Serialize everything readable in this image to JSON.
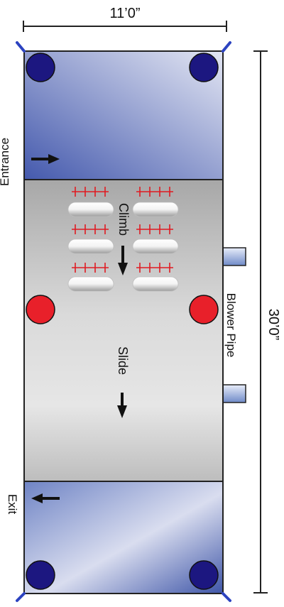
{
  "dimensions": {
    "width": "11’0”",
    "length": "30’0”"
  },
  "labels": {
    "entrance": "Entrance",
    "exit": "Exit",
    "climb": "Climb",
    "slide": "Slide",
    "blower_pipe": "Blower Pipe"
  },
  "icons": {
    "entrance_arrow": "arrow-right-icon",
    "exit_arrow": "arrow-left-icon",
    "climb_arrow": "arrow-down-icon",
    "slide_arrow": "arrow-down-icon"
  },
  "colors": {
    "end_zone_light": "#d7dcef",
    "end_zone_dark": "#4a63b3",
    "corner_post": "#1c1780",
    "center_post": "#e8202a",
    "center_light": "#e2e2e2",
    "center_dark": "#a9a9a9",
    "climb_marks": "#e01b22",
    "blower_pipe": "#7f98cf"
  }
}
